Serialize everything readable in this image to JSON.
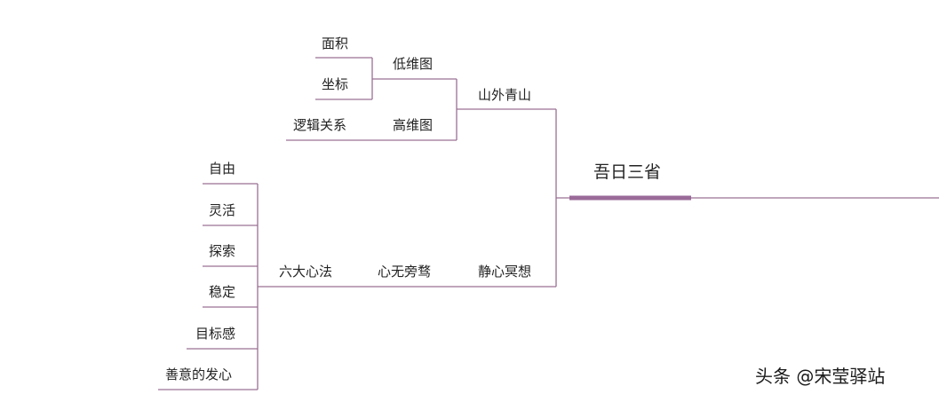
{
  "colors": {
    "line": "#9a7094",
    "root_bar": "#9a6a98",
    "text": "#222222"
  },
  "root": "吾日三省",
  "branches": {
    "shanwai": {
      "label": "山外青山",
      "children": {
        "diwei": {
          "label": "低维图",
          "items": [
            "面积",
            "坐标"
          ]
        },
        "gaowei": {
          "label": "高维图",
          "items": [
            "逻辑关系"
          ]
        }
      }
    },
    "jingxin": {
      "label": "静心冥想",
      "child": {
        "label": "心无旁骛",
        "child": {
          "label": "六大心法",
          "items": [
            "自由",
            "灵活",
            "探索",
            "稳定",
            "目标感",
            "善意的发心"
          ]
        }
      }
    }
  },
  "watermark": "头条 @宋莹驿站"
}
